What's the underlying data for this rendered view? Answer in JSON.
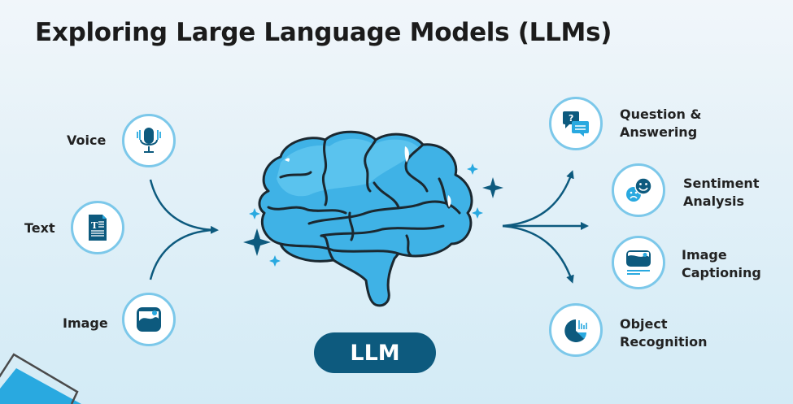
{
  "title": "Exploring Large Language Models (LLMs)",
  "colors": {
    "dark_teal": "#0d5a7e",
    "light_blue": "#29a9e0",
    "circle_border": "#7cc8ea",
    "brain_fill": "#3fb2e6",
    "text": "#222222"
  },
  "center": {
    "label": "LLM",
    "icon": "brain-icon"
  },
  "inputs": [
    {
      "label": "Voice",
      "icon": "microphone-icon"
    },
    {
      "label": "Text",
      "icon": "text-document-icon"
    },
    {
      "label": "Image",
      "icon": "image-icon"
    }
  ],
  "outputs": [
    {
      "line1": "Question &",
      "line2": "Answering",
      "icon": "chat-question-icon"
    },
    {
      "line1": "Sentiment",
      "line2": "Analysis",
      "icon": "emoji-faces-icon"
    },
    {
      "line1": "Image",
      "line2": "Captioning",
      "icon": "image-caption-icon"
    },
    {
      "line1": "Object",
      "line2": "Recognition",
      "icon": "pie-chart-icon"
    }
  ]
}
